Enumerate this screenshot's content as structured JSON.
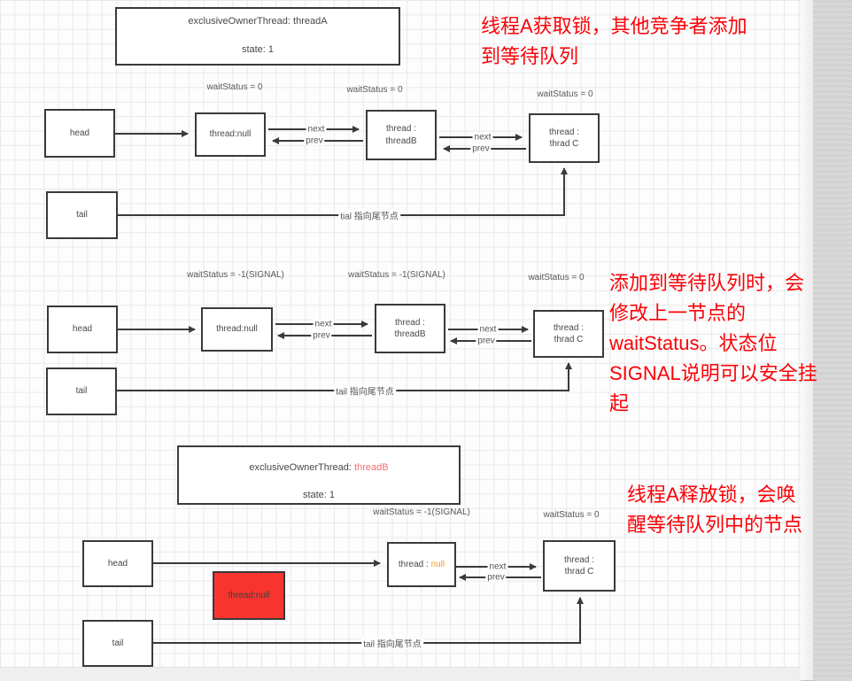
{
  "colors": {
    "annotation_red": "#fb0207",
    "node_border": "#3a3a3a",
    "red_box_fill": "#f8342e",
    "orange_null": "#f59b22",
    "threadB_highlight_red": "#f56d6d"
  },
  "labels": {
    "next": "next",
    "prev": "prev",
    "ws_zero": "waitStatus = 0",
    "ws_signal": "waitStatus = -1(SIGNAL)"
  },
  "section1": {
    "owner_line1": "exclusiveOwnerThread: threadA",
    "owner_line2": "state: 1",
    "note": "线程A获取锁，其他竞争者添加\n到等待队列",
    "head": "head",
    "tail": "tail",
    "node1": "thread:null",
    "node2": "thread :\nthreadB",
    "node3": "thread :\nthrad C",
    "tail_pointer": "tial 指向尾节点"
  },
  "section2": {
    "note": "添加到等待队列时，会\n修改上一节点的\nwaitStatus。状态位\nSIGNAL说明可以安全挂\n起",
    "head": "head",
    "tail": "tail",
    "node1": "thread:null",
    "node2": "thread :\nthreadB",
    "node3": "thread :\nthrad C",
    "tail_pointer": "tail 指向尾节点"
  },
  "section3": {
    "owner_prefix": "exclusiveOwnerThread: ",
    "owner_highlight": "threadB",
    "owner_line2": "state: 1",
    "note": "线程A释放锁，会唤\n醒等待队列中的节点",
    "head": "head",
    "tail": "tail",
    "red_node": "thread:null",
    "node1_prefix": "thread : ",
    "node1_null": "null",
    "node3": "thread :\nthrad C",
    "tail_pointer": "tail 指向尾节点"
  }
}
